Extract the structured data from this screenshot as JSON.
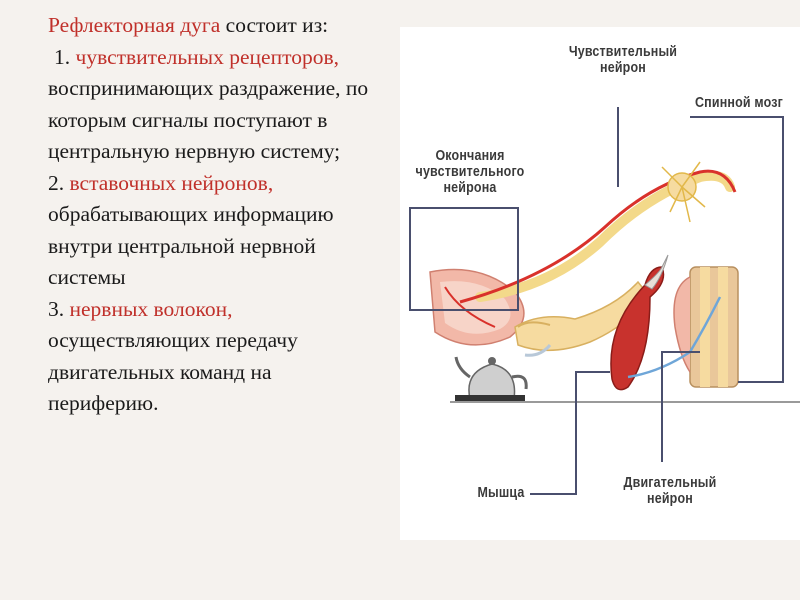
{
  "text": {
    "intro": "Рефлекторная дуга",
    "intro_rest": "состоит из:",
    "item1_num": "1.",
    "item1_term": "чувствительных рецепторов,",
    "item1_desc": "воспринимающих раздражение, по которым сигналы поступают в центральную нервную систему;",
    "item2_num": "2.",
    "item2_term": "вставочных нейронов,",
    "item2_desc": "обрабатывающих информацию внутри центральной нервной системы",
    "item3_num": "3.",
    "item3_term": "нервных волокон,",
    "item3_desc": "осуществляющих передачу двигательных команд на периферию."
  },
  "figure": {
    "labels": {
      "sensory_neuron_1": "Чувствительный",
      "sensory_neuron_2": "нейрон",
      "spinal_cord": "Спинной мозг",
      "endings_1": "Окончания",
      "endings_2": "чувствительного",
      "endings_3": "нейрона",
      "muscle": "Мышца",
      "motor_neuron_1": "Двигательный",
      "motor_neuron_2": "нейрон"
    },
    "colors": {
      "leader_line": "#4a4f6e",
      "nerve_red": "#d9312b",
      "neuron_yellow": "#f3d98a",
      "muscle_red": "#c8322d",
      "motor_blue": "#6fa6d8"
    }
  }
}
